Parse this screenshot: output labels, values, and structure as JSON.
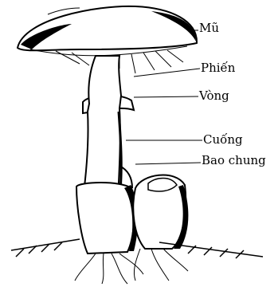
{
  "labels": {
    "cap": "Mũ",
    "gills": "Phiến",
    "ring": "Vòng",
    "stem": "Cuống",
    "volva": "Bao chung"
  }
}
